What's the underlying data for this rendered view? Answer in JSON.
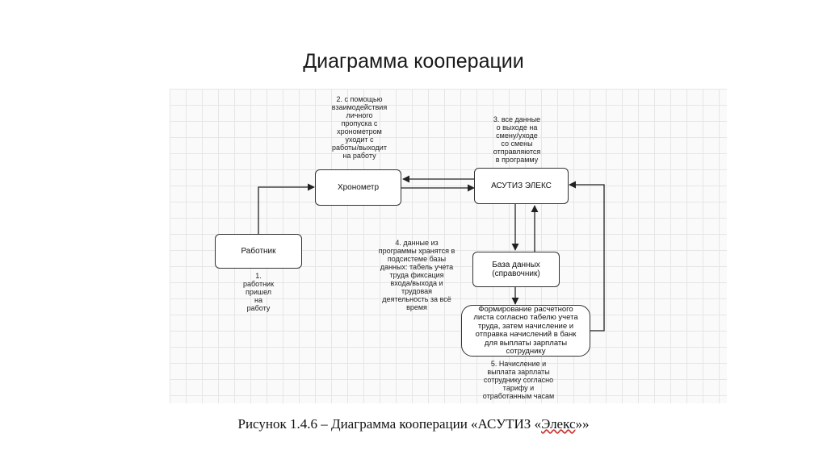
{
  "title": "Диаграмма кооперации",
  "nodes": {
    "chronometer": "Хронометр",
    "asutiz": "АСУТИЗ ЭЛЕКС",
    "worker": "Работник",
    "database": "База данных\n(справочник)",
    "payroll": "Формирование расчетного\nлиста согласно табелю учета\nтруда, затем начисление и\nотправка начислений в банк\nдля выплаты зарплаты\nсотруднику"
  },
  "notes": {
    "note1": "1.\nработник\nпришел\nна\nработу",
    "note2": "2. с помощью\nвзаимодействия\nличного\nпропуска с\nхронометром\nуходит с\nработы/выходит\nна работу",
    "note3": "3. все данные\nо выходе на\nсмену/уходе\nсо смены\nотправляются\nв программу",
    "note4": "4. данные из\nпрограммы хранятся в\nподсистеме базы\nданных: табель учета\nтруда фиксация\nвхода/выхода и\nтрудовая\nдеятельность за всё\nвремя",
    "note5": "5. Начисление и\nвыплата зарплаты\nсотруднику согласно\nтарифу и\nотработанным часам"
  },
  "caption": {
    "main": "Рисунок 1.4.6 – Диаграмма кооперации «АСУТИЗ «",
    "word": "Элекс",
    "end": "»»"
  }
}
